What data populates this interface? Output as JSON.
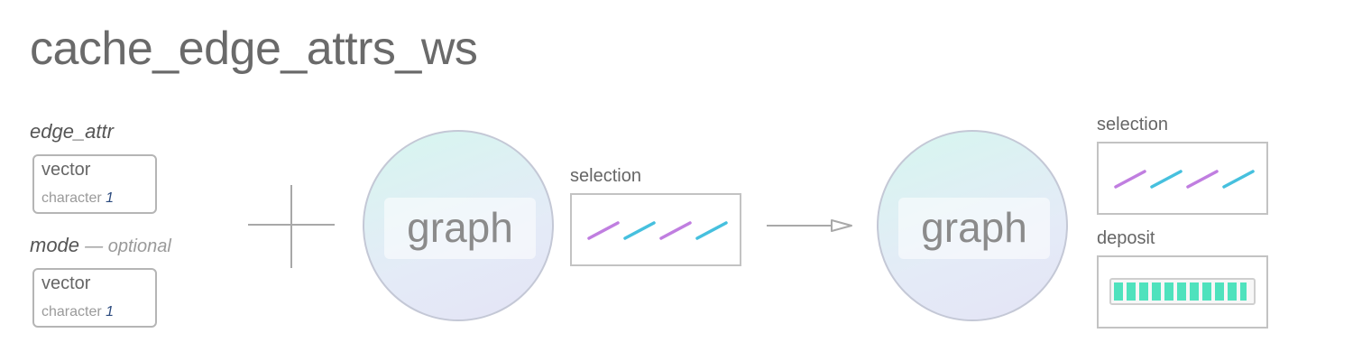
{
  "title": "cache_edge_attrs_ws",
  "params": [
    {
      "name": "edge_attr",
      "optional_label": "",
      "type": "vector",
      "subtype": "character",
      "length": "1"
    },
    {
      "name": "mode",
      "optional_label": "— optional",
      "type": "vector",
      "subtype": "character",
      "length": "1"
    }
  ],
  "input_graph": {
    "label": "graph"
  },
  "input_selection": {
    "label": "selection"
  },
  "output_graph": {
    "label": "graph"
  },
  "output_selection": {
    "label": "selection"
  },
  "output_deposit": {
    "label": "deposit",
    "fill_fraction": 0.97
  },
  "colors": {
    "selection_purple": "#c07ee0",
    "selection_cyan": "#46c0de",
    "deposit_fill": "#4fe2bd",
    "circle_border": "#c4c8d6"
  }
}
